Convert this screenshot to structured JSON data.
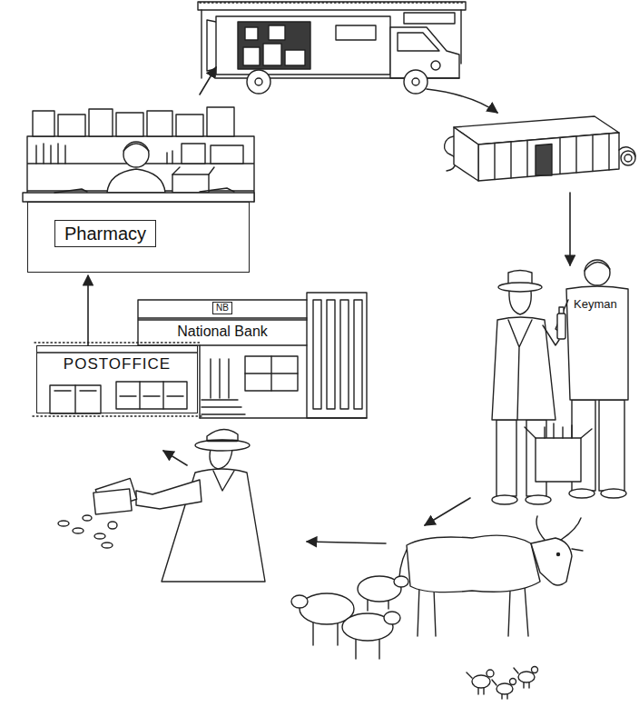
{
  "diagram": {
    "nodes": [
      {
        "text": [
          "Pharmacy"
        ]
      },
      {
        "text": [
          "NB",
          "National Bank"
        ]
      },
      {
        "text": [
          "POSTOFFICE"
        ]
      }
    ],
    "edges": [
      {
        "from": 2,
        "to": 0,
        "arrow": "to"
      }
    ],
    "labels": [
      "Keyman"
    ]
  }
}
